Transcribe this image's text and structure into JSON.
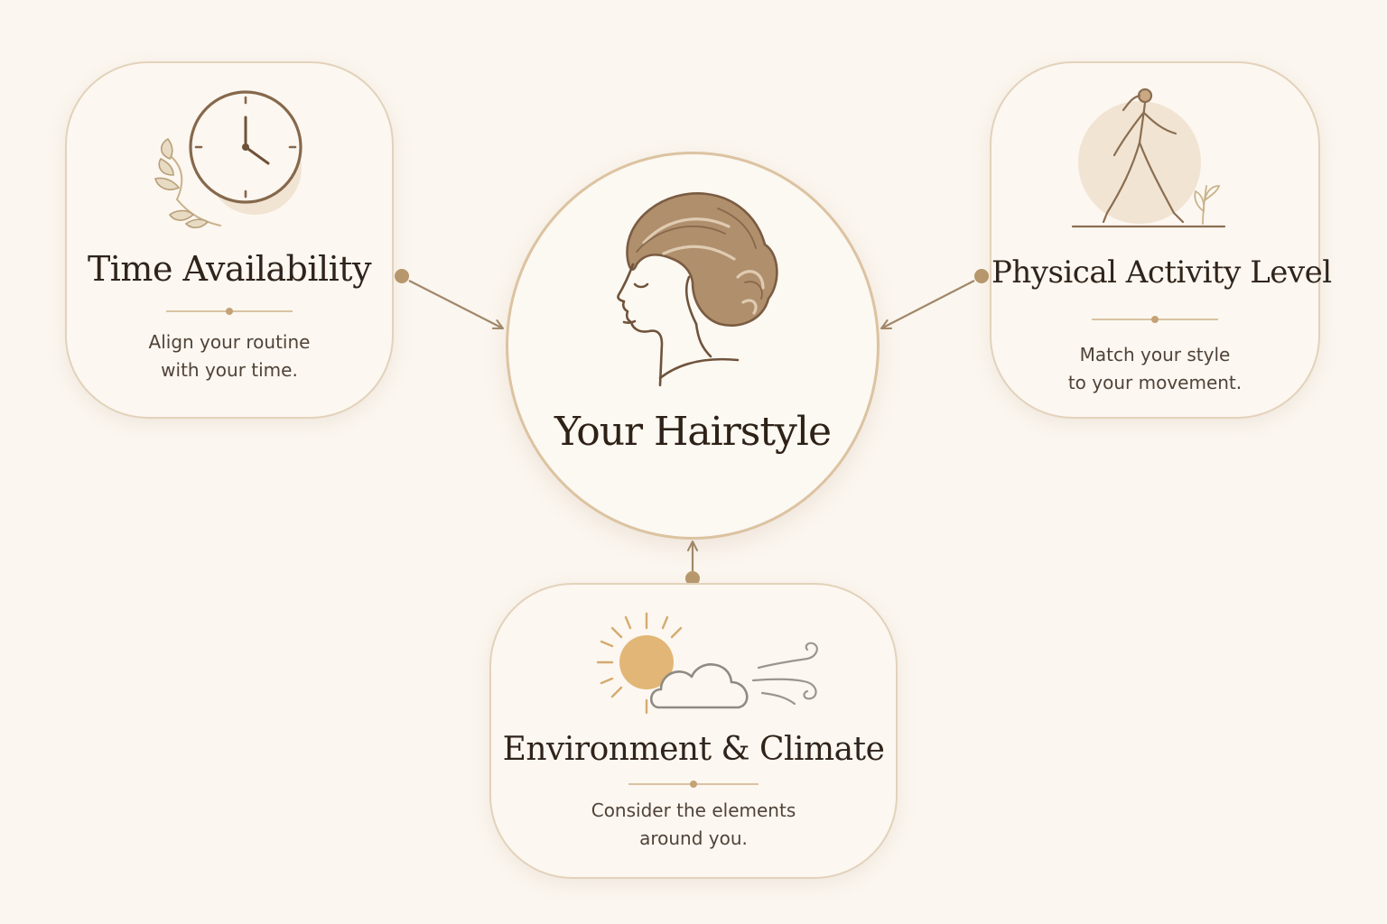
{
  "center": {
    "title": "Your Hairstyle",
    "icon": "woman-profile-icon"
  },
  "factors": [
    {
      "title": "Time Availability",
      "description_lines": [
        "Align your routine",
        "with your time."
      ],
      "icon": "clock-icon"
    },
    {
      "title": "Physical Activity Level",
      "description_lines": [
        "Match your style",
        "to your movement."
      ],
      "icon": "walking-person-icon"
    },
    {
      "title": "Environment & Climate",
      "description_lines": [
        "Consider the elements",
        "around you."
      ],
      "icon": "sun-cloud-wind-icon"
    }
  ],
  "colors": {
    "background": "#fbf6ef",
    "card_border": "#e3d2bb",
    "accent": "#c5a276",
    "connector": "#a1886a",
    "title_text": "#2f241b"
  }
}
